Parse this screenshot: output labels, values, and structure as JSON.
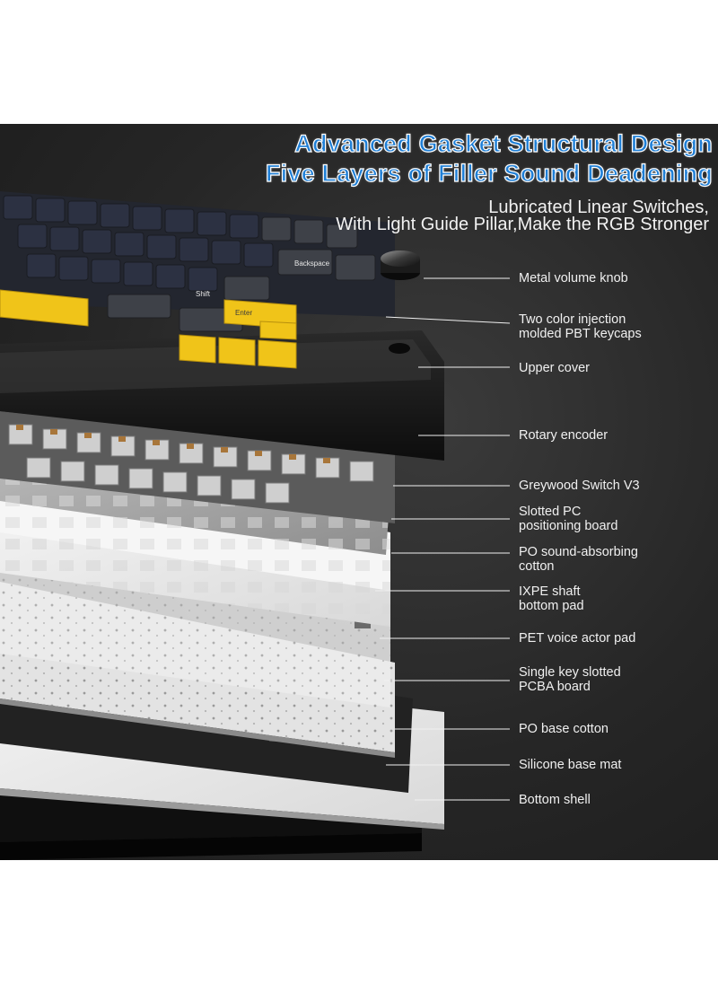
{
  "headline": {
    "line1": "Advanced  Gasket Structural Design",
    "line2": "Five Layers of Filler Sound Deadening"
  },
  "subheadline": {
    "line1": "Lubricated Linear Switches,",
    "line2": "With Light Guide Pillar,Make the RGB Stronger"
  },
  "callouts": [
    {
      "lines": [
        "Metal volume knob"
      ]
    },
    {
      "lines": [
        "Two color injection",
        "molded PBT keycaps"
      ]
    },
    {
      "lines": [
        "Upper cover"
      ]
    },
    {
      "lines": [
        "Rotary encoder"
      ]
    },
    {
      "lines": [
        "Greywood Switch V3"
      ]
    },
    {
      "lines": [
        "Slotted PC",
        "positioning board"
      ]
    },
    {
      "lines": [
        "PO sound-absorbing",
        "cotton"
      ]
    },
    {
      "lines": [
        "IXPE shaft",
        "bottom pad"
      ]
    },
    {
      "lines": [
        "PET voice actor pad"
      ]
    },
    {
      "lines": [
        "Single key slotted",
        "PCBA board"
      ]
    },
    {
      "lines": [
        "PO base cotton"
      ]
    },
    {
      "lines": [
        "Silicone base mat"
      ]
    },
    {
      "lines": [
        "Bottom shell"
      ]
    }
  ],
  "keycap_legends": [
    "Backspace",
    "Enter",
    "Shift"
  ],
  "colors": {
    "background": "#262626",
    "headline_blue": "#1f7fd6",
    "keycap_navy": "#2c3142",
    "keycap_grey": "#3e4148",
    "keycap_yellow": "#f0c419",
    "case_black": "#1a1a1a"
  }
}
